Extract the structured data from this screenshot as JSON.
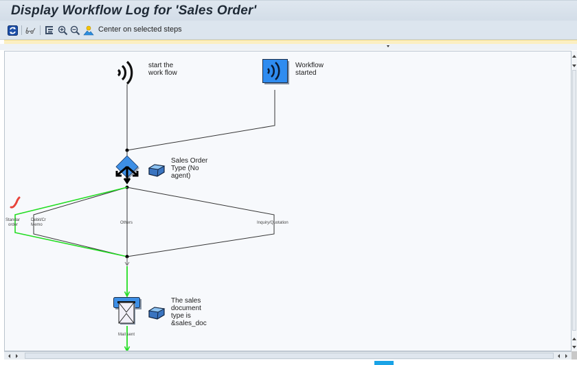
{
  "window": {
    "title": "Display Workflow Log for 'Sales Order'"
  },
  "toolbar": {
    "items": [
      {
        "icon": "refresh-icon",
        "label": "Refresh"
      },
      {
        "icon": "glasses-icon",
        "label": "Display details"
      },
      {
        "icon": "outline-icon",
        "label": "Overview"
      },
      {
        "icon": "zoom-in-icon",
        "label": "Zoom in"
      },
      {
        "icon": "zoom-out-icon",
        "label": "Zoom out"
      },
      {
        "icon": "center-icon",
        "label": "Center"
      }
    ],
    "center_label": "Center on selected steps"
  },
  "graph": {
    "nodes": {
      "start_event": {
        "icon": "event-icon",
        "label_line1": "start the",
        "label_line2": "work flow"
      },
      "workflow_started": {
        "icon": "event-box-icon",
        "label_line1": "Workflow",
        "label_line2": "started"
      },
      "sales_order_type": {
        "icon": "fork-icon",
        "agent_icon": "container-icon",
        "label_line1": "Sales Order",
        "label_line2": "Type (No",
        "label_line3": "agent)"
      },
      "mail_step": {
        "icon": "mail-icon",
        "agent_icon": "container-icon",
        "label_line1": "The sales",
        "label_line2": "document",
        "label_line3": "type is",
        "label_line4": "&sales_doc"
      }
    },
    "branches": [
      {
        "label_line1": "Standar",
        "label_line2": "order",
        "status": "executed",
        "marker": "checkmark"
      },
      {
        "label_line1": "Debit/Cr",
        "label_line2": "Memo",
        "status": "not-executed"
      },
      {
        "label_line1": "Others",
        "label_line2": "",
        "status": "not-executed"
      },
      {
        "label_line1": "Inquiry/Quotation",
        "label_line2": "",
        "status": "not-executed"
      }
    ],
    "edge_labels": {
      "mail_sent": "Mail sent"
    },
    "colors": {
      "executed_path": "#22dd22",
      "normal_path": "#333333",
      "checkmark": "#e8433a",
      "node_blue": "#3d8fe6"
    }
  }
}
